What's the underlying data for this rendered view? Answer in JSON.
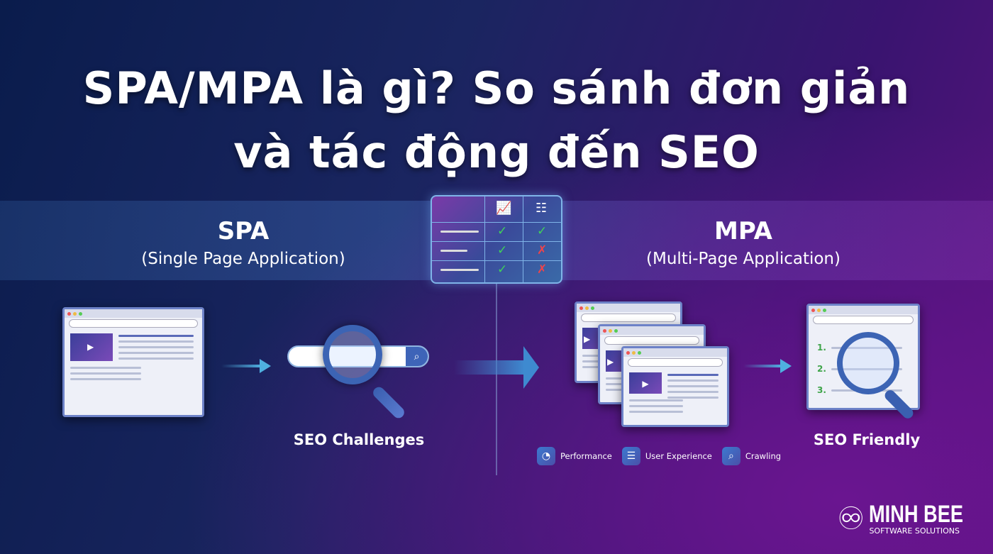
{
  "title": {
    "line1": "SPA/MPA là gì? So sánh đơn giản",
    "line2": "và tác động đến SEO"
  },
  "spa": {
    "heading": "SPA",
    "subheading": "(Single Page Application)",
    "result_label": "SEO Challenges"
  },
  "mpa": {
    "heading": "MPA",
    "subheading": "(Multi-Page Application)",
    "result_label": "SEO Friendly",
    "legend": [
      {
        "icon": "gauge-icon",
        "label": "Performance"
      },
      {
        "icon": "user-list-icon",
        "label": "User Experience"
      },
      {
        "icon": "search-icon",
        "label": "Crawling"
      }
    ]
  },
  "comparison_table": {
    "columns": [
      "chart-icon",
      "checklist-icon"
    ],
    "rows": [
      [
        "check",
        "check"
      ],
      [
        "check",
        "cross"
      ],
      [
        "check",
        "cross"
      ]
    ]
  },
  "seo_friendly_list": [
    "1.",
    "2.",
    "3."
  ],
  "logo": {
    "name": "MINH BEE",
    "tagline": "SOFTWARE SOLUTIONS"
  },
  "colors": {
    "check": "#3fd15a",
    "cross": "#f0444a",
    "accent": "#4fb0e0"
  }
}
